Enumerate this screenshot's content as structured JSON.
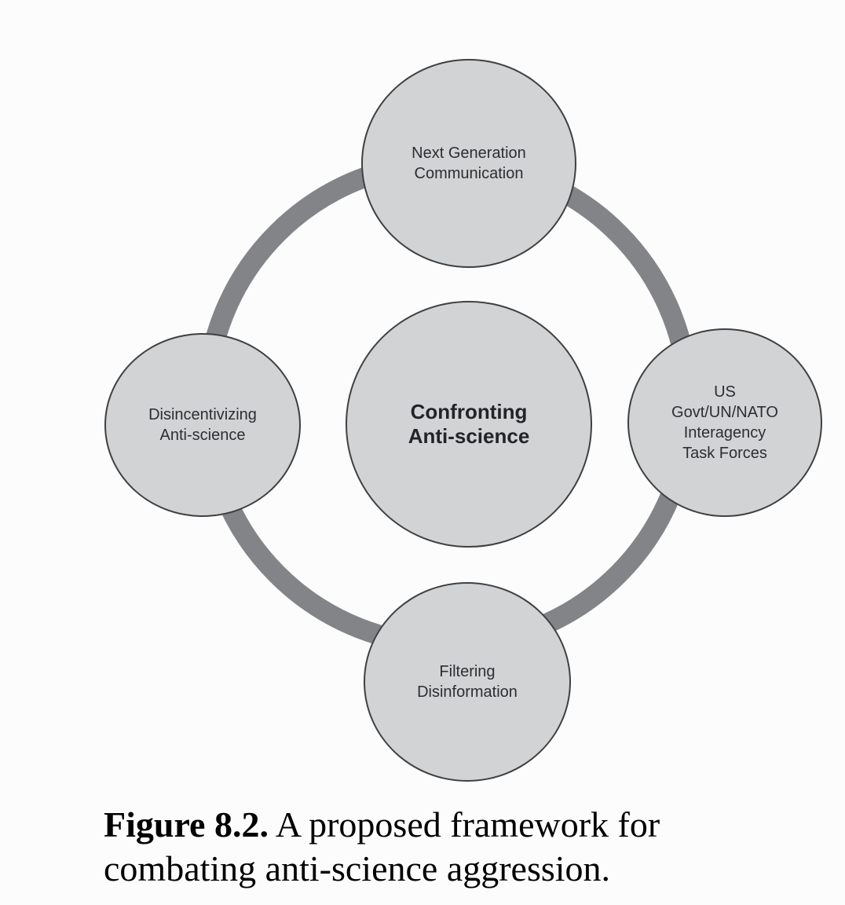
{
  "colors": {
    "page-bg": "#fcfcfc",
    "node-fill": "#d2d3d4",
    "node-border": "#3f4042",
    "ring": "#828487",
    "node-text": "#2d2e33",
    "caption-text": "#000000"
  },
  "diagram": {
    "center": {
      "line1": "Confronting",
      "line2": "Anti-science"
    },
    "top": {
      "line1": "Next Generation",
      "line2": "Communication"
    },
    "left": {
      "line1": "Disincentivizing",
      "line2": "Anti-science"
    },
    "right": {
      "line1": "US",
      "line2": "Govt/UN/NATO",
      "line3": "Interagency",
      "line4": "Task Forces"
    },
    "bottom": {
      "line1": "Filtering",
      "line2": "Disinformation"
    }
  },
  "caption": {
    "figure_label": "Figure 8.2.",
    "line1_rest": " A proposed framework for",
    "line2": "combating anti-science aggression."
  }
}
